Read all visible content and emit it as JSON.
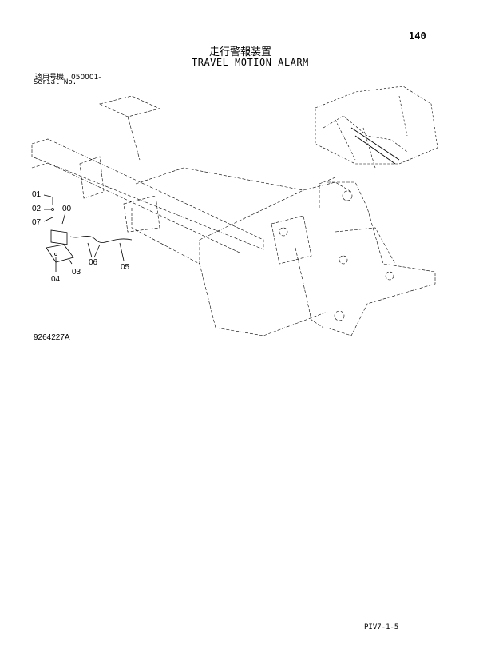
{
  "header": {
    "page_number": "140",
    "title_jp": "走行警報装置",
    "title_en": "TRAVEL MOTION ALARM"
  },
  "applicability": {
    "serial_label_jp": "適用号機　050001-",
    "serial_label_en": "Serial No."
  },
  "callouts": [
    "01",
    "02",
    "07",
    "00",
    "04",
    "03",
    "06",
    "05"
  ],
  "drawing_number": "9264227A",
  "footer": {
    "page_code": "PIV7-1-5"
  }
}
